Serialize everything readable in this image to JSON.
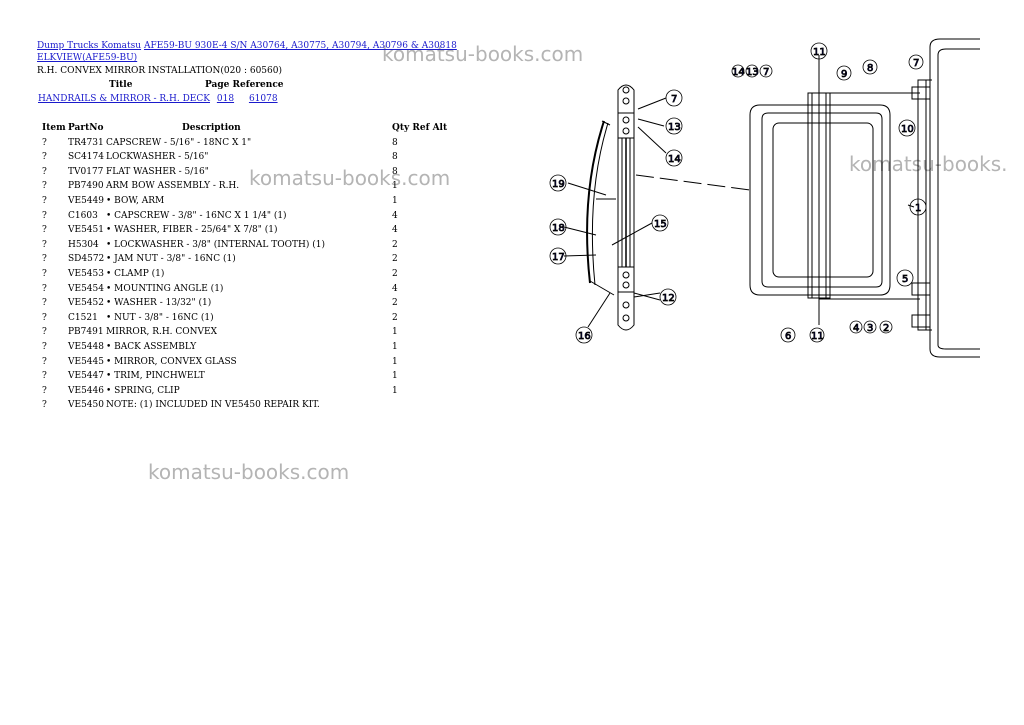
{
  "breadcrumb": {
    "category": "Dump Trucks Komatsu",
    "model": "AFE59-BU 930E-4 S/N A30764, A30775, A30794, A30796 & A30818",
    "model_line2": "ELKVIEW(AFE59-BU)"
  },
  "page_title": "R.H. CONVEX MIRROR INSTALLATION(020 : 60560)",
  "reference": {
    "header_title": "Title",
    "header_page": "Page Reference",
    "row_title": "HANDRAILS & MIRROR - R.H. DECK",
    "row_page": "018",
    "row_ref": "61078"
  },
  "parts_table": {
    "headers": [
      "Item",
      "PartNo",
      "Description",
      "Qty Ref Alt"
    ],
    "rows": [
      {
        "item": "?",
        "part": "TR4731",
        "desc": "CAPSCREW - 5/16\" - 18NC X 1\"",
        "qty": "8"
      },
      {
        "item": "?",
        "part": "SC4174",
        "desc": "LOCKWASHER - 5/16\"",
        "qty": "8"
      },
      {
        "item": "?",
        "part": "TV0177",
        "desc": "FLAT WASHER - 5/16\"",
        "qty": "8"
      },
      {
        "item": "?",
        "part": "PB7490",
        "desc": "ARM BOW ASSEMBLY - R.H.",
        "qty": "1"
      },
      {
        "item": "?",
        "part": "VE5449",
        "desc": "• BOW, ARM",
        "qty": "1"
      },
      {
        "item": "?",
        "part": "C1603",
        "desc": "• CAPSCREW - 3/8\" - 16NC X 1 1/4\" (1)",
        "qty": "4"
      },
      {
        "item": "?",
        "part": "VE5451",
        "desc": "• WASHER, FIBER - 25/64\" X 7/8\" (1)",
        "qty": "4"
      },
      {
        "item": "?",
        "part": "H5304",
        "desc": "• LOCKWASHER - 3/8\" (INTERNAL TOOTH) (1)",
        "qty": "2"
      },
      {
        "item": "?",
        "part": "SD4572",
        "desc": "• JAM NUT - 3/8\" - 16NC (1)",
        "qty": "2"
      },
      {
        "item": "?",
        "part": "VE5453",
        "desc": "• CLAMP (1)",
        "qty": "2"
      },
      {
        "item": "?",
        "part": "VE5454",
        "desc": "• MOUNTING ANGLE (1)",
        "qty": "4"
      },
      {
        "item": "?",
        "part": "VE5452",
        "desc": "• WASHER - 13/32\" (1)",
        "qty": "2"
      },
      {
        "item": "?",
        "part": "C1521",
        "desc": "• NUT - 3/8\" - 16NC (1)",
        "qty": "2"
      },
      {
        "item": "?",
        "part": "PB7491",
        "desc": "MIRROR, R.H. CONVEX",
        "qty": "1"
      },
      {
        "item": "?",
        "part": "VE5448",
        "desc": "• BACK ASSEMBLY",
        "qty": "1"
      },
      {
        "item": "?",
        "part": "VE5445",
        "desc": "• MIRROR, CONVEX GLASS",
        "qty": "1"
      },
      {
        "item": "?",
        "part": "VE5447",
        "desc": "• TRIM, PINCHWELT",
        "qty": "1"
      },
      {
        "item": "?",
        "part": "VE5446",
        "desc": "• SPRING, CLIP",
        "qty": "1"
      },
      {
        "item": "?",
        "part": "VE5450",
        "desc": "NOTE: (1) INCLUDED IN VE5450 REPAIR KIT.",
        "qty": ""
      }
    ]
  },
  "watermark": "komatsu-books.com",
  "watermark_partial": "komatsu-books.",
  "callouts": {
    "c1": "1",
    "c2": "2",
    "c3": "3",
    "c4": "4",
    "c5": "5",
    "c6": "6",
    "c7": "7",
    "c8": "8",
    "c9": "9",
    "c10": "10",
    "c11": "11",
    "c12": "12",
    "c13": "13",
    "c14": "14",
    "c15": "15",
    "c16": "16",
    "c17": "17",
    "c18": "18",
    "c19": "19"
  },
  "colors": {
    "link": "#1a1acc",
    "watermark": "#b4b4b4"
  }
}
